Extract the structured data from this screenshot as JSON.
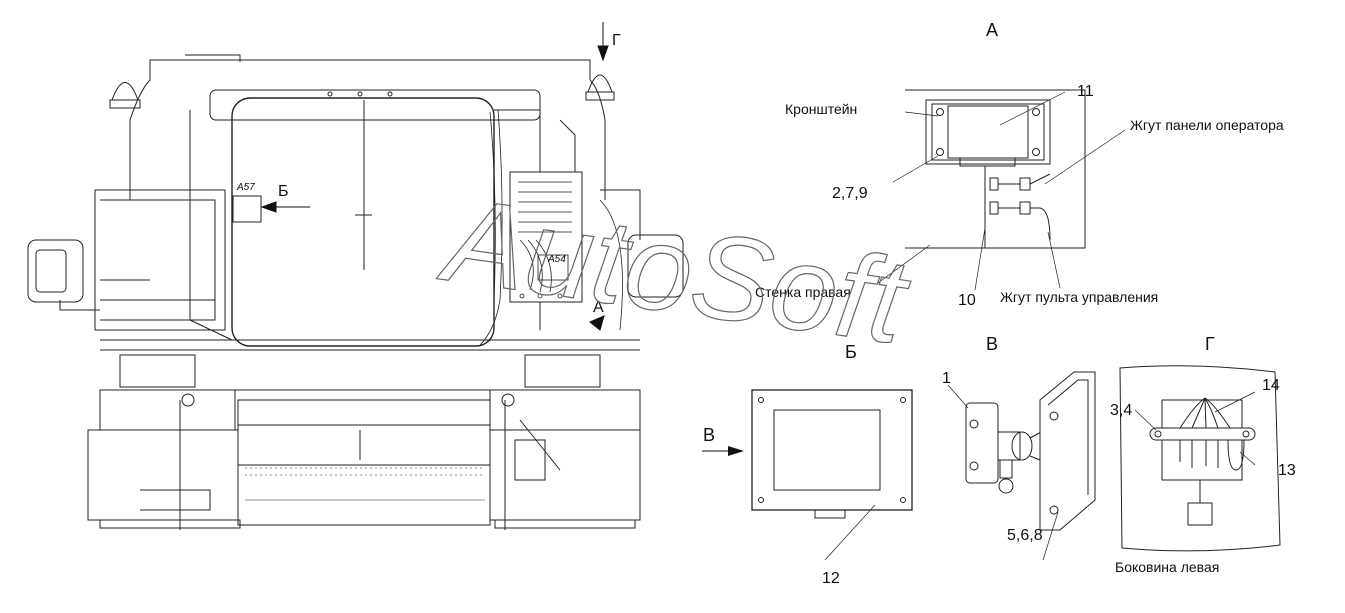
{
  "views": {
    "a_title": "А",
    "b_title": "Б",
    "v_title": "В",
    "g_title": "Г"
  },
  "main": {
    "a57": "А57",
    "a54": "А54",
    "arrow_b": "Б",
    "arrow_a": "А",
    "arrow_g": "Г"
  },
  "view_a": {
    "bracket": "Кронштейн",
    "num_11": "11",
    "operator_harness": "Жгут панели оператора",
    "num_279": "2,7,9",
    "right_wall": "Стенка правая",
    "num_10": "10",
    "console_harness": "Жгут пульта управления"
  },
  "view_b": {
    "arrow_v": "В",
    "num_12": "12"
  },
  "view_v": {
    "num_1": "1",
    "num_568": "5,6,8"
  },
  "view_g": {
    "num_34": "3,4",
    "num_14": "14",
    "num_13": "13",
    "left_side": "Боковина левая"
  },
  "watermark": "AutoSoft"
}
